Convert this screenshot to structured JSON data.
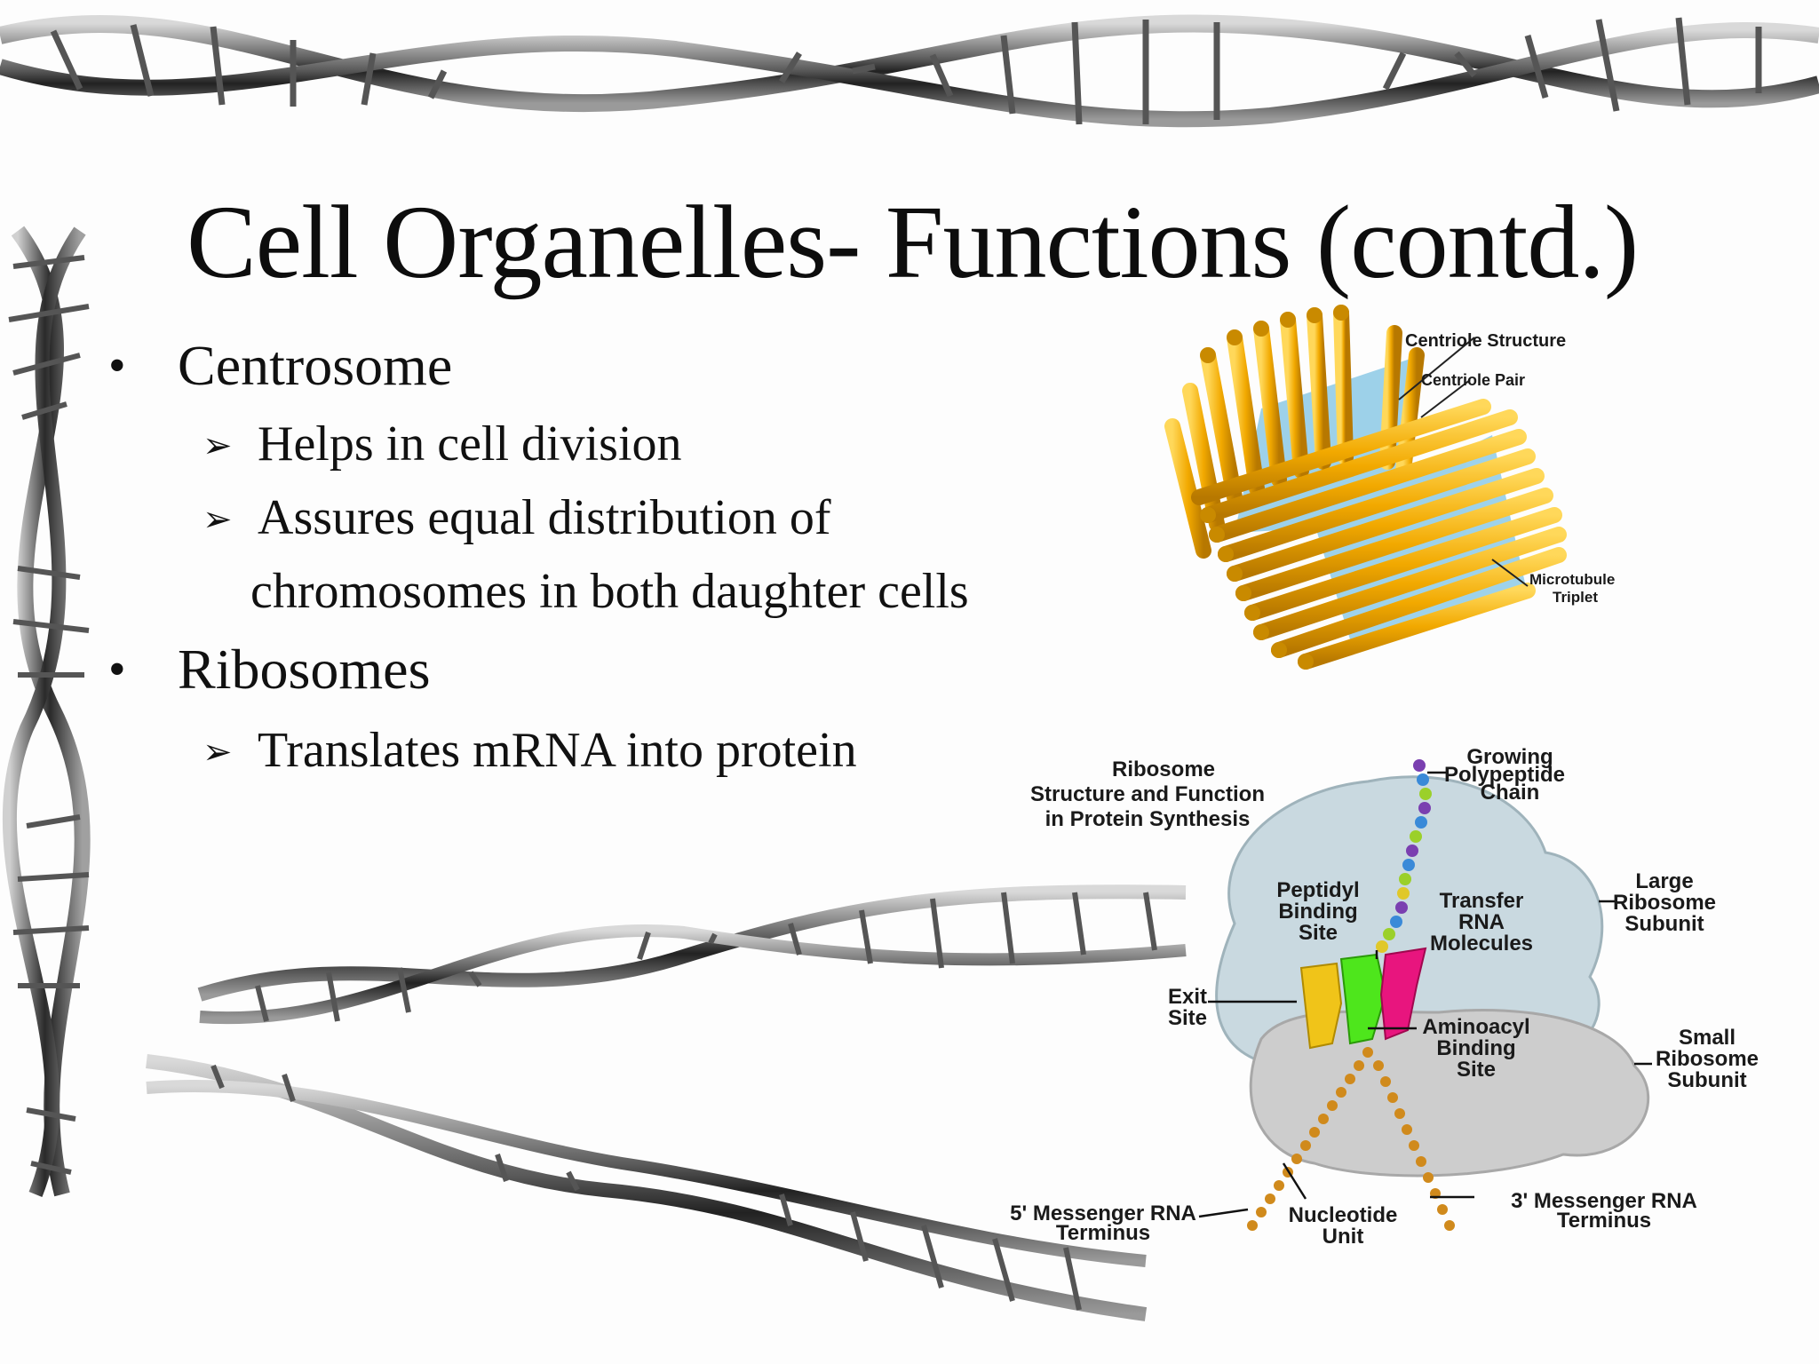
{
  "slide": {
    "title": "Cell Organelles- Functions (contd.)",
    "bullets": [
      {
        "heading": "Centrosome",
        "points": [
          {
            "line1": "Helps in cell division"
          },
          {
            "line1": "Assures equal distribution of",
            "line2": "chromosomes in both daughter cells"
          }
        ]
      },
      {
        "heading": "Ribosomes",
        "points": [
          {
            "line1": "Translates mRNA into protein"
          }
        ]
      }
    ],
    "bullet_glyph": "•",
    "sub_bullet_glyph": "➢"
  },
  "centriole_figure": {
    "title": "Centriole Structure",
    "label_pair": "Centriole Pair",
    "label_microtubule_1": "Microtubule",
    "label_microtubule_2": "Triplet"
  },
  "ribosome_figure": {
    "title_1": "Ribosome",
    "title_2": "Structure and Function",
    "title_3": "in Protein Synthesis",
    "growing_1": "Growing",
    "growing_2": "Polypeptide",
    "growing_3": "Chain",
    "peptidyl_1": "Peptidyl",
    "peptidyl_2": "Binding",
    "peptidyl_3": "Site",
    "transfer_1": "Transfer",
    "transfer_2": "RNA",
    "transfer_3": "Molecules",
    "large_1": "Large",
    "large_2": "Ribosome",
    "large_3": "Subunit",
    "exit_1": "Exit",
    "exit_2": "Site",
    "amino_1": "Aminoacyl",
    "amino_2": "Binding",
    "amino_3": "Site",
    "small_1": "Small",
    "small_2": "Ribosome",
    "small_3": "Subunit",
    "five_1": "5' Messenger RNA",
    "five_2": "Terminus",
    "nucleotide_1": "Nucleotide",
    "nucleotide_2": "Unit",
    "three_1": "3' Messenger RNA",
    "three_2": "Terminus"
  },
  "colors": {
    "background": "#fdfdfd",
    "text": "#111111",
    "helix_metal": "#4a4a4a",
    "centriole_tube": "#f2a900",
    "centriole_spoke": "#7ec3e3",
    "large_subunit": "#c9d9e0",
    "small_subunit": "#cdcdcd",
    "trna_yellow": "#f0c419",
    "trna_green": "#4ee61c",
    "trna_magenta": "#e8157e",
    "mrna_bead": "#d08a1c"
  }
}
